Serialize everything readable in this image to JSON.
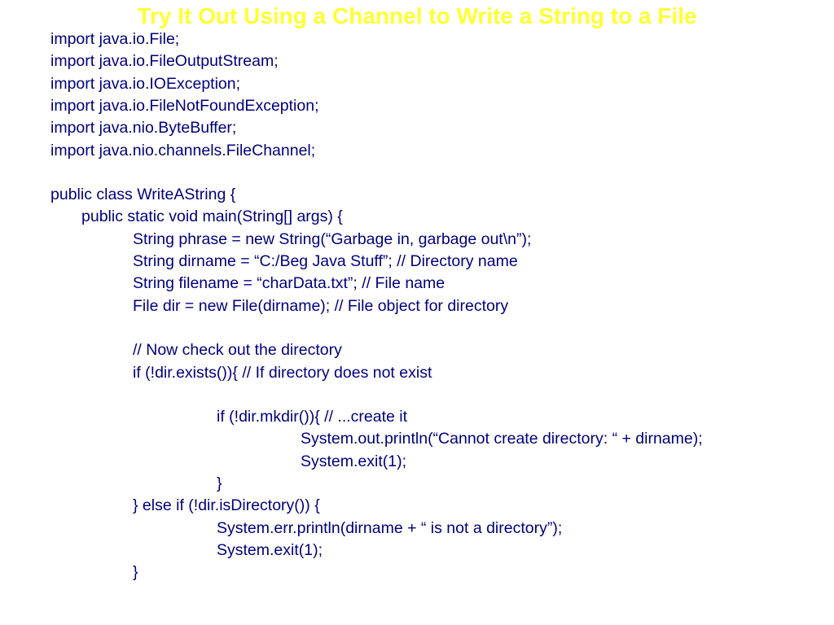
{
  "slide": {
    "title": "Try It Out Using a Channel to Write a String to a File",
    "title_color": "#ffff33",
    "text_color": "#000080",
    "code_lines": [
      {
        "text": "import java.io.File;",
        "indent": 0
      },
      {
        "text": "import java.io.FileOutputStream;",
        "indent": 0
      },
      {
        "text": "import java.io.IOException;",
        "indent": 0
      },
      {
        "text": "import java.io.FileNotFoundException;",
        "indent": 0
      },
      {
        "text": "import java.nio.ByteBuffer;",
        "indent": 0
      },
      {
        "text": "import java.nio.channels.FileChannel;",
        "indent": 0
      },
      {
        "text": "",
        "indent": 0
      },
      {
        "text": "public class WriteAString {",
        "indent": 0
      },
      {
        "text": "public static void main(String[] args) {",
        "indent": 1
      },
      {
        "text": "String phrase = new String(“Garbage in, garbage out\\n”);",
        "indent": 2
      },
      {
        "text": "String dirname = “C:/Beg Java Stuff”; // Directory name",
        "indent": 2
      },
      {
        "text": "String filename = “charData.txt”; // File name",
        "indent": 2
      },
      {
        "text": "File dir = new File(dirname); // File object for directory",
        "indent": 2
      },
      {
        "text": "",
        "indent": 0
      },
      {
        "text": "// Now check out the directory",
        "indent": 2
      },
      {
        "text": "if (!dir.exists()){ // If directory does not exist",
        "indent": 2
      },
      {
        "text": "",
        "indent": 0
      },
      {
        "text": "if (!dir.mkdir()){ // ...create it",
        "indent": 3
      },
      {
        "text": "System.out.println(“Cannot create directory: “ + dirname);",
        "indent": 4
      },
      {
        "text": "System.exit(1);",
        "indent": 4
      },
      {
        "text": "}",
        "indent": 3
      },
      {
        "text": "} else if (!dir.isDirectory()) {",
        "indent": 2
      },
      {
        "text": "System.err.println(dirname + “ is not a directory”);",
        "indent": 3
      },
      {
        "text": "System.exit(1);",
        "indent": 3
      },
      {
        "text": "}",
        "indent": 2
      }
    ]
  }
}
